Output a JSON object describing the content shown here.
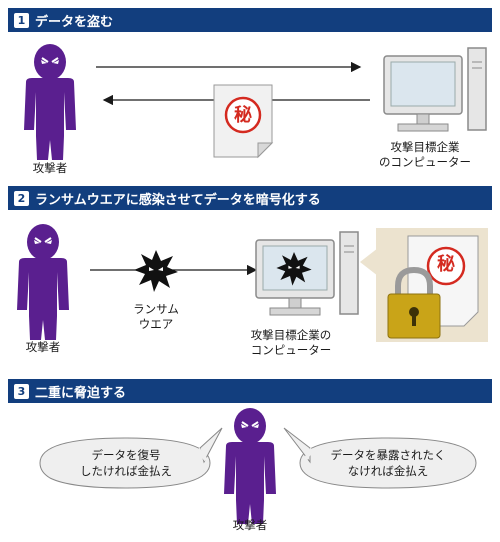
{
  "section1": {
    "num": "1",
    "title": "データを盗む",
    "attacker": "攻撃者",
    "target_line1": "攻撃目標企業",
    "target_line2": "のコンピューター",
    "secret": "秘"
  },
  "section2": {
    "num": "2",
    "title": "ランサムウエアに感染させてデータを暗号化する",
    "attacker": "攻撃者",
    "ransom_line1": "ランサム",
    "ransom_line2": "ウエア",
    "target_line1": "攻撃目標企業の",
    "target_line2": "コンピューター",
    "secret": "秘"
  },
  "section3": {
    "num": "3",
    "title": "二重に脅迫する",
    "attacker": "攻撃者",
    "bubble_left_line1": "データを復号",
    "bubble_left_line2": "したければ金払え",
    "bubble_right_line1": "データを暴露されたく",
    "bubble_right_line2": "なければ金払え"
  },
  "colors": {
    "banner": "#123e7e",
    "attacker": "#5a1f8f",
    "stamp": "#d42a20",
    "lock": "#c9a418",
    "panel": "#ece3cf"
  }
}
